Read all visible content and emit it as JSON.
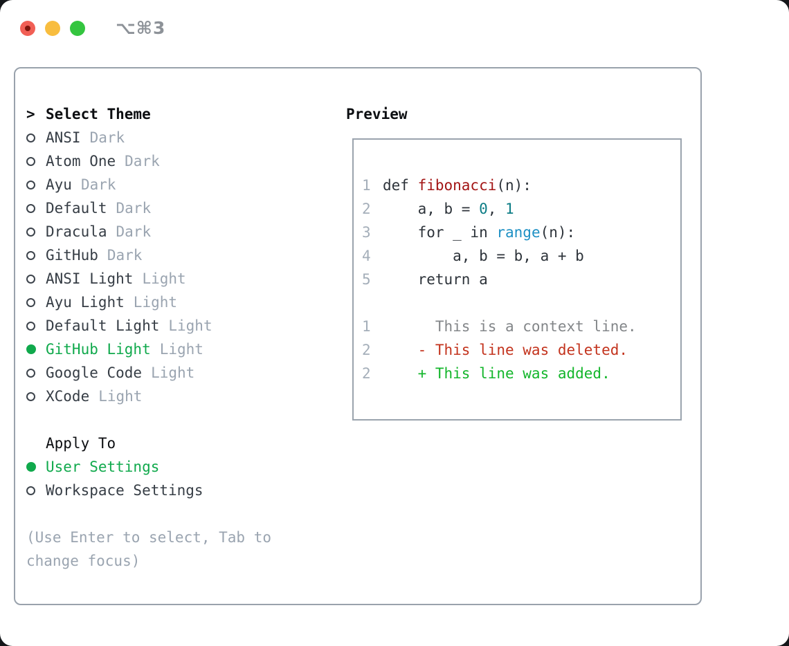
{
  "titlebar": {
    "title": "⌥⌘3",
    "buttons": [
      "close",
      "minimize",
      "zoom"
    ]
  },
  "left": {
    "header_prefix": ">",
    "header": "Select Theme",
    "themes": [
      {
        "name": "ANSI",
        "variant": "Dark",
        "selected": false
      },
      {
        "name": "Atom One",
        "variant": "Dark",
        "selected": false
      },
      {
        "name": "Ayu",
        "variant": "Dark",
        "selected": false
      },
      {
        "name": "Default",
        "variant": "Dark",
        "selected": false
      },
      {
        "name": "Dracula",
        "variant": "Dark",
        "selected": false
      },
      {
        "name": "GitHub",
        "variant": "Dark",
        "selected": false
      },
      {
        "name": "ANSI Light",
        "variant": "Light",
        "selected": false
      },
      {
        "name": "Ayu Light",
        "variant": "Light",
        "selected": false
      },
      {
        "name": "Default Light",
        "variant": "Light",
        "selected": false
      },
      {
        "name": "GitHub Light",
        "variant": "Light",
        "selected": true
      },
      {
        "name": "Google Code",
        "variant": "Light",
        "selected": false
      },
      {
        "name": "XCode",
        "variant": "Light",
        "selected": false
      }
    ],
    "apply_to_label": "Apply To",
    "apply_options": [
      {
        "name": "User Settings",
        "selected": true
      },
      {
        "name": "Workspace Settings",
        "selected": false
      }
    ],
    "hint": "(Use Enter to select, Tab to change focus)"
  },
  "preview": {
    "label": "Preview",
    "lines": [
      {
        "no": "1",
        "tokens": [
          {
            "text": "def ",
            "color": "code_fg"
          },
          {
            "text": "fibonacci",
            "color": "function"
          },
          {
            "text": "(n):",
            "color": "code_fg"
          }
        ]
      },
      {
        "no": "2",
        "tokens": [
          {
            "text": "    a, b = ",
            "color": "code_fg"
          },
          {
            "text": "0",
            "color": "number"
          },
          {
            "text": ", ",
            "color": "code_fg"
          },
          {
            "text": "1",
            "color": "number"
          }
        ]
      },
      {
        "no": "3",
        "tokens": [
          {
            "text": "    for _ in ",
            "color": "code_fg"
          },
          {
            "text": "range",
            "color": "builtin"
          },
          {
            "text": "(n):",
            "color": "code_fg"
          }
        ]
      },
      {
        "no": "4",
        "tokens": [
          {
            "text": "        a, b = b, a + b",
            "color": "code_fg"
          }
        ]
      },
      {
        "no": "5",
        "tokens": [
          {
            "text": "    return a",
            "color": "code_fg"
          }
        ]
      },
      {
        "no": "",
        "tokens": []
      },
      {
        "no": "1",
        "tokens": [
          {
            "text": "      This is a context line.",
            "color": "context"
          }
        ]
      },
      {
        "no": "2",
        "tokens": [
          {
            "text": "    - This line was deleted.",
            "color": "deleted"
          }
        ]
      },
      {
        "no": "2",
        "tokens": [
          {
            "text": "    + This line was added.",
            "color": "added"
          }
        ]
      }
    ]
  },
  "colors": {
    "ui_header": "#0c0e11",
    "ui_fg": "#363d45",
    "ui_muted": "#9aa4b0",
    "ui_green": "#10a94c",
    "radio_ring": "#3d444c",
    "panel_border": "#99a2ac",
    "preview_border": "#9aa3ad",
    "lineno": "#a4aeb9",
    "code_fg": "#2d333a",
    "function": "#a31515",
    "number": "#0b7c85",
    "builtin": "#1d90c4",
    "context": "#838689",
    "deleted": "#c3331d",
    "added": "#13b62b",
    "title_fg": "#8d9298",
    "traffic_red": "#f15f55",
    "traffic_red_dot": "#7f150c",
    "traffic_yellow": "#f8bd3f",
    "traffic_green": "#34c53f"
  }
}
